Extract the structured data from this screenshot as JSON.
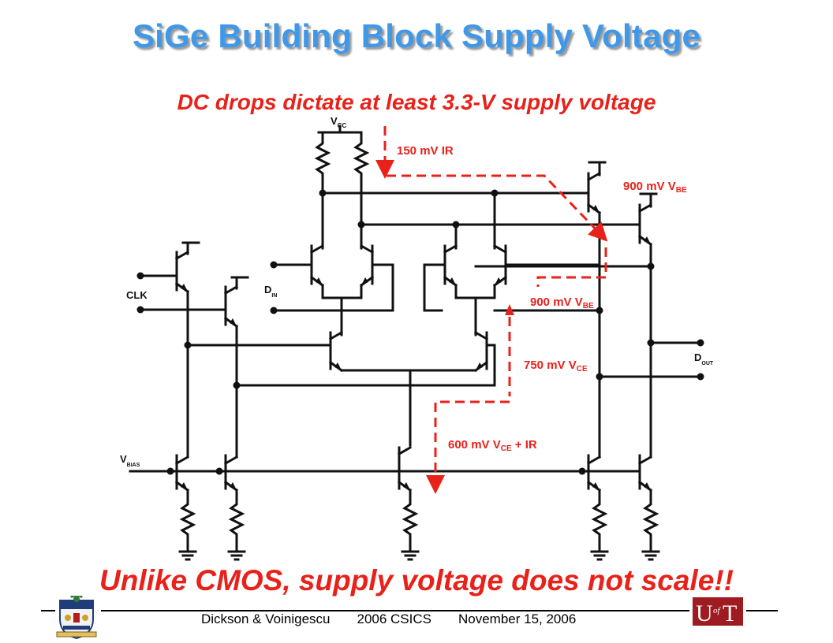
{
  "slide": {
    "title": "SiGe Building Block Supply Voltage",
    "subtitle": "DC drops dictate at least 3.3-V supply voltage",
    "bottom_message": "Unlike CMOS, supply voltage does not scale!!"
  },
  "footer": {
    "authors": "Dickson & Voinigescu",
    "conference": "2006 CSICS",
    "date": "November 15, 2006"
  },
  "circuit": {
    "labels": {
      "vcc_main": "V",
      "vcc_sub": "CC",
      "clk": "CLK",
      "din_main": "D",
      "din_sub": "IN",
      "vbias_main": "V",
      "vbias_sub": "BIAS",
      "dout_main": "D",
      "dout_sub": "OUT"
    },
    "annotations": {
      "ir_drop": "150 mV IR",
      "vbe_top_main": "900 mV V",
      "vbe_top_sub": "BE",
      "vbe_mid_main": "900 mV V",
      "vbe_mid_sub": "BE",
      "vce_main": "750 mV V",
      "vce_sub": "CE",
      "vce_ir_main": "600 mV V",
      "vce_ir_sub": "CE",
      "vce_ir_tail": " + IR"
    },
    "colors": {
      "wire": "#111111",
      "annotation": "#e8211a",
      "title": "#3f98e8"
    }
  },
  "logos": {
    "left": "university-crest",
    "right": "UofT",
    "right_letters": {
      "u": "U",
      "of": "of",
      "t": "T"
    }
  }
}
